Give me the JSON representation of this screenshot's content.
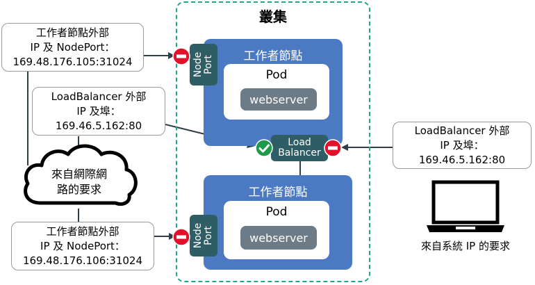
{
  "cluster": {
    "title": "叢集"
  },
  "worker_top": {
    "title": "工作者節點",
    "pod": "Pod",
    "app": "webserver"
  },
  "worker_bottom": {
    "title": "工作者節點",
    "pod": "Pod",
    "app": "webserver"
  },
  "nodeport": {
    "label": "Node\nPort"
  },
  "load_balancer": {
    "label": "Load\nBalancer"
  },
  "callouts": {
    "nodeport_top": [
      "工作者節點外部",
      "IP 及 NodePort：",
      "169.48.176.105:31024"
    ],
    "lb_left": [
      "LoadBalancer 外部",
      "IP 及埠：",
      "169.46.5.162:80"
    ],
    "lb_right": [
      "LoadBalancer 外部",
      "IP 及埠：",
      "169.46.5.162:80"
    ],
    "nodeport_bottom": [
      "工作者節點外部",
      "IP 及 NodePort：",
      "169.48.176.106:31024"
    ]
  },
  "cloud": {
    "line1": "來自網際網",
    "line2": "路的要求"
  },
  "laptop_caption": "來自系統 IP 的要求",
  "icons": {
    "blocked": "no-entry-icon",
    "allowed": "checkmark-circle-icon",
    "internet": "cloud-icon",
    "system": "laptop-icon"
  },
  "colors": {
    "cluster_border": "#1fa58c",
    "worker_bg": "#4b79c2",
    "port_bg": "#2f5d66",
    "webserver_bg": "#6c7b86",
    "blocked": "#e2112b",
    "allowed": "#1f9a4b"
  }
}
